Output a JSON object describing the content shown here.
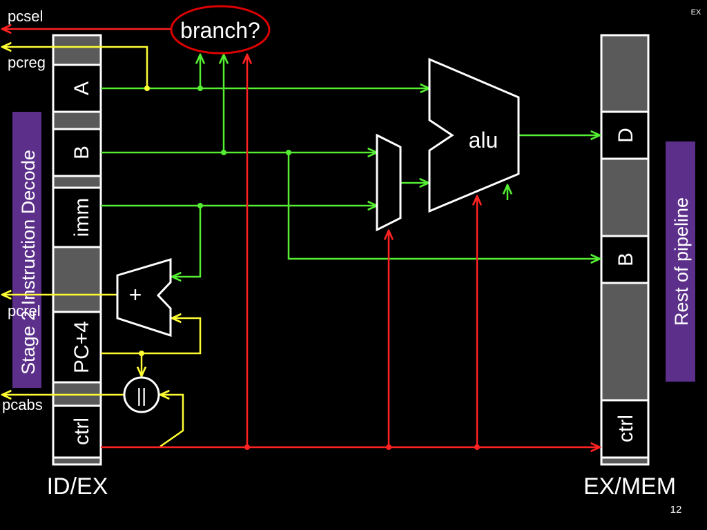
{
  "slide": {
    "corner_tag": "EX",
    "page_number": "12"
  },
  "signals": {
    "pcsel": "pcsel",
    "pcreg": "pcreg",
    "pcrel": "pcrel",
    "pcabs": "pcabs"
  },
  "id_ex": {
    "label": "ID/EX",
    "fields": {
      "a": "A",
      "b": "B",
      "imm": "imm",
      "pc4": "PC+4",
      "ctrl": "ctrl"
    }
  },
  "ex_mem": {
    "label": "EX/MEM",
    "fields": {
      "d": "D",
      "b": "B",
      "ctrl": "ctrl"
    }
  },
  "units": {
    "branch": "branch?",
    "alu": "alu",
    "adder": "+",
    "or_gate": "||"
  },
  "banners": {
    "left": "Stage 2 Instruction Decode",
    "right": "Rest of pipeline"
  },
  "colors": {
    "background": "#000000",
    "datapath": "#55ee33",
    "pc_signals": "#ffff33",
    "control": "#ff2222",
    "branch_outline": "#dd0000",
    "banner": "#5c2f8a",
    "register_fill": "#5a5a5a"
  }
}
